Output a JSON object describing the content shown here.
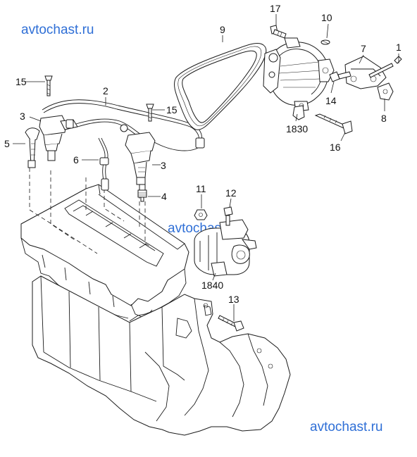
{
  "watermarks": {
    "top_left": "avtochast.ru",
    "center": "avtochast.ru",
    "bottom_right": "avtochast.ru"
  },
  "callouts": {
    "c1": "1",
    "c2": "2",
    "c3a": "3",
    "c3b": "3",
    "c4": "4",
    "c5": "5",
    "c6": "6",
    "c7": "7",
    "c8": "8",
    "c9": "9",
    "c10": "10",
    "c11": "11",
    "c12": "12",
    "c13": "13",
    "c14": "14",
    "c15a": "15",
    "c15b": "15",
    "c16": "16",
    "c17": "17",
    "c1830": "1830",
    "c1840": "1840"
  }
}
